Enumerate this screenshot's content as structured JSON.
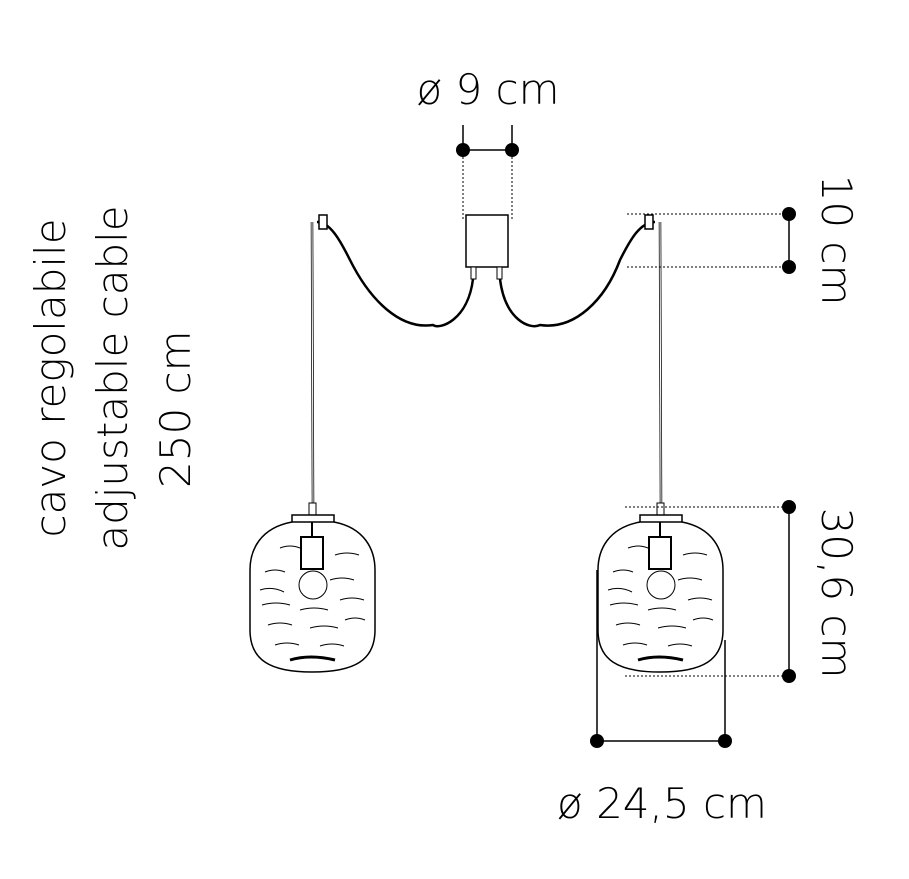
{
  "title": "Pendant lamp dimension drawing",
  "dimensions": {
    "canopy_diameter": "ø 9 cm",
    "canopy_height": "10 cm",
    "shade_height": "30,6 cm",
    "shade_diameter": "ø 24,5 cm"
  },
  "cable_note": {
    "line1": "cavo regolabile",
    "line2": "adjustable cable",
    "line3": "250 cm"
  },
  "colors": {
    "ink": "#000000",
    "background": "#ffffff"
  }
}
